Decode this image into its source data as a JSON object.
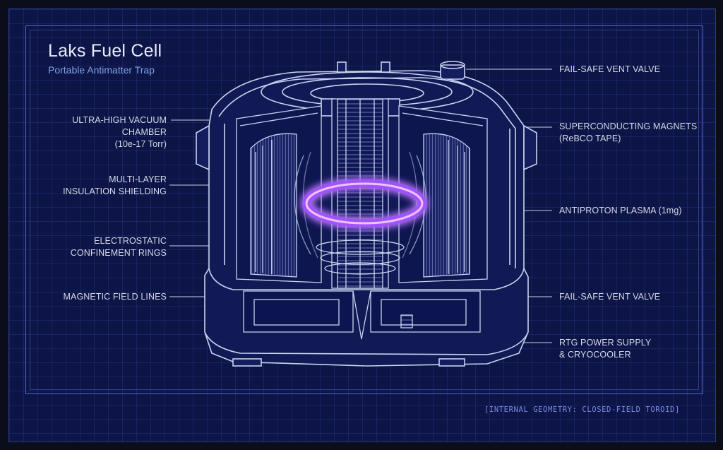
{
  "header": {
    "title": "Laks Fuel Cell",
    "subtitle": "Portable Antimatter Trap"
  },
  "labels_left": [
    {
      "id": "vacuum-chamber",
      "lines": [
        "ULTRA-HIGH VACUUM",
        "CHAMBER",
        "(10e-17 Torr)"
      ]
    },
    {
      "id": "insulation",
      "lines": [
        "MULTI-LAYER",
        "INSULATION SHIELDING"
      ]
    },
    {
      "id": "confinement-rings",
      "lines": [
        "ELECTROSTATIC",
        "CONFINEMENT RINGS"
      ]
    },
    {
      "id": "field-lines",
      "lines": [
        "MAGNETIC FIELD LINES"
      ]
    }
  ],
  "labels_right": [
    {
      "id": "vent-valve-top",
      "lines": [
        "FAIL-SAFE VENT VALVE"
      ]
    },
    {
      "id": "magnets",
      "lines": [
        "SUPERCONDUCTING MAGNETS",
        "(ReBCO TAPE)"
      ]
    },
    {
      "id": "plasma",
      "lines": [
        "ANTIPROTON PLASMA (1mg)"
      ]
    },
    {
      "id": "vent-valve-bottom",
      "lines": [
        "FAIL-SAFE VENT VALVE"
      ]
    },
    {
      "id": "rtg",
      "lines": [
        "RTG POWER SUPPLY",
        "& CRYOCOOLER"
      ]
    }
  ],
  "footer": "[INTERNAL GEOMETRY: CLOSED-FIELD TOROID]",
  "colors": {
    "background": "#0d1446",
    "line": "#c9d3ef",
    "plasma": "#b45cff",
    "accent_text": "#7ea3e6"
  }
}
